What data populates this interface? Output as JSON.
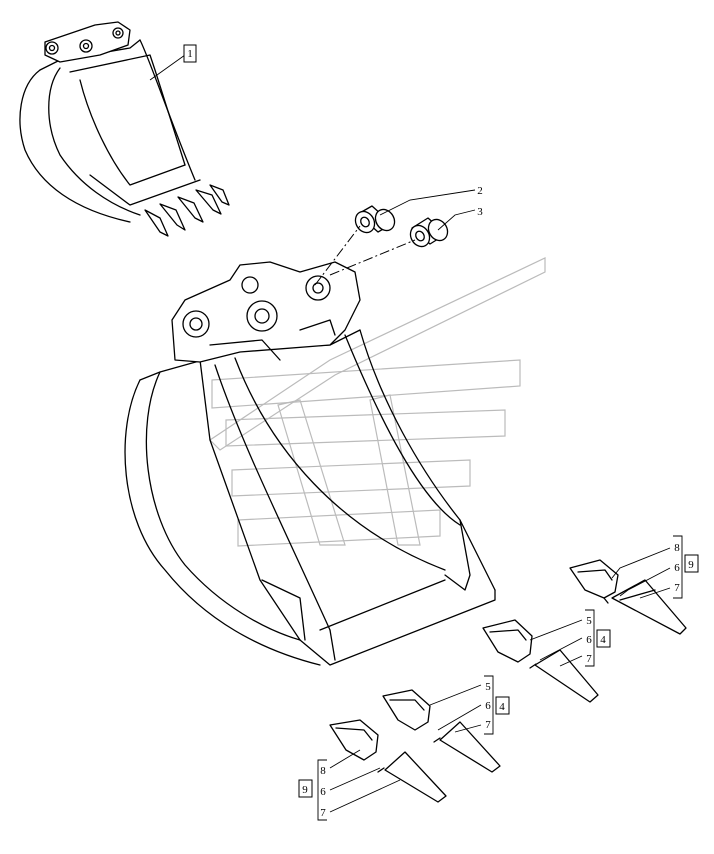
{
  "callouts": {
    "c1": "1",
    "c2": "2",
    "c3": "3",
    "g1": {
      "a": "8",
      "b": "6",
      "c": "7",
      "ref": "9"
    },
    "g2": {
      "a": "5",
      "b": "6",
      "c": "7",
      "ref": "4"
    },
    "g3": {
      "a": "5",
      "b": "6",
      "c": "7",
      "ref": "4"
    },
    "g4": {
      "a": "8",
      "b": "6",
      "c": "7",
      "ref": "9"
    }
  }
}
